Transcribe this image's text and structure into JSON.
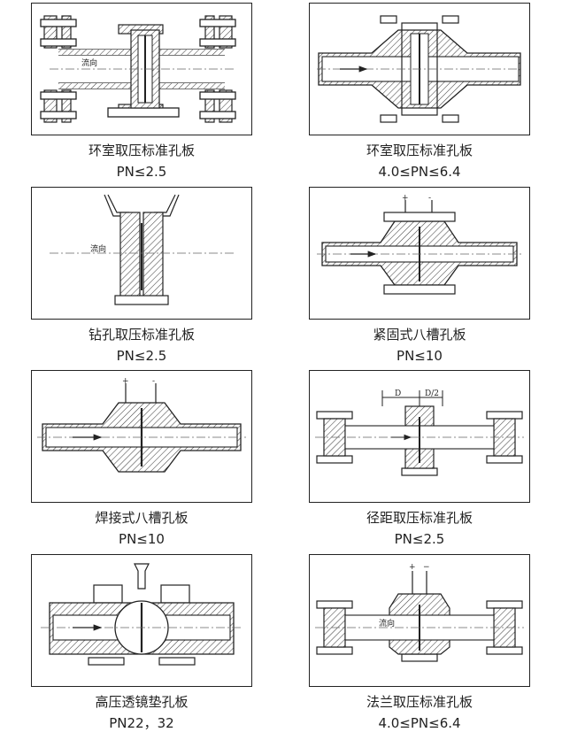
{
  "items": [
    {
      "title": "环室取压标准孔板",
      "spec": "PN≤2.5",
      "flow_label": "流向"
    },
    {
      "title": "环室取压标准孔板",
      "spec": "4.0≤PN≤6.4"
    },
    {
      "title": "钻孔取压标准孔板",
      "spec": "PN≤2.5",
      "flow_label": "流向"
    },
    {
      "title": "紧固式八槽孔板",
      "spec": "PN≤10",
      "plus": "+",
      "minus": "-"
    },
    {
      "title": "焊接式八槽孔板",
      "spec": "PN≤10",
      "plus": "+",
      "minus": "-"
    },
    {
      "title": "径距取压标准孔板",
      "spec": "PN≤2.5",
      "dim_d": "D",
      "dim_d2": "D/2"
    },
    {
      "title": "高压透镜垫孔板",
      "spec": "PN22，32"
    },
    {
      "title": "法兰取压标准孔板",
      "spec": "4.0≤PN≤6.4",
      "plus": "+",
      "minus": "−",
      "flow_label": "流向"
    }
  ],
  "colors": {
    "line": "#222222",
    "hatch": "#555555",
    "axis": "#666666"
  }
}
